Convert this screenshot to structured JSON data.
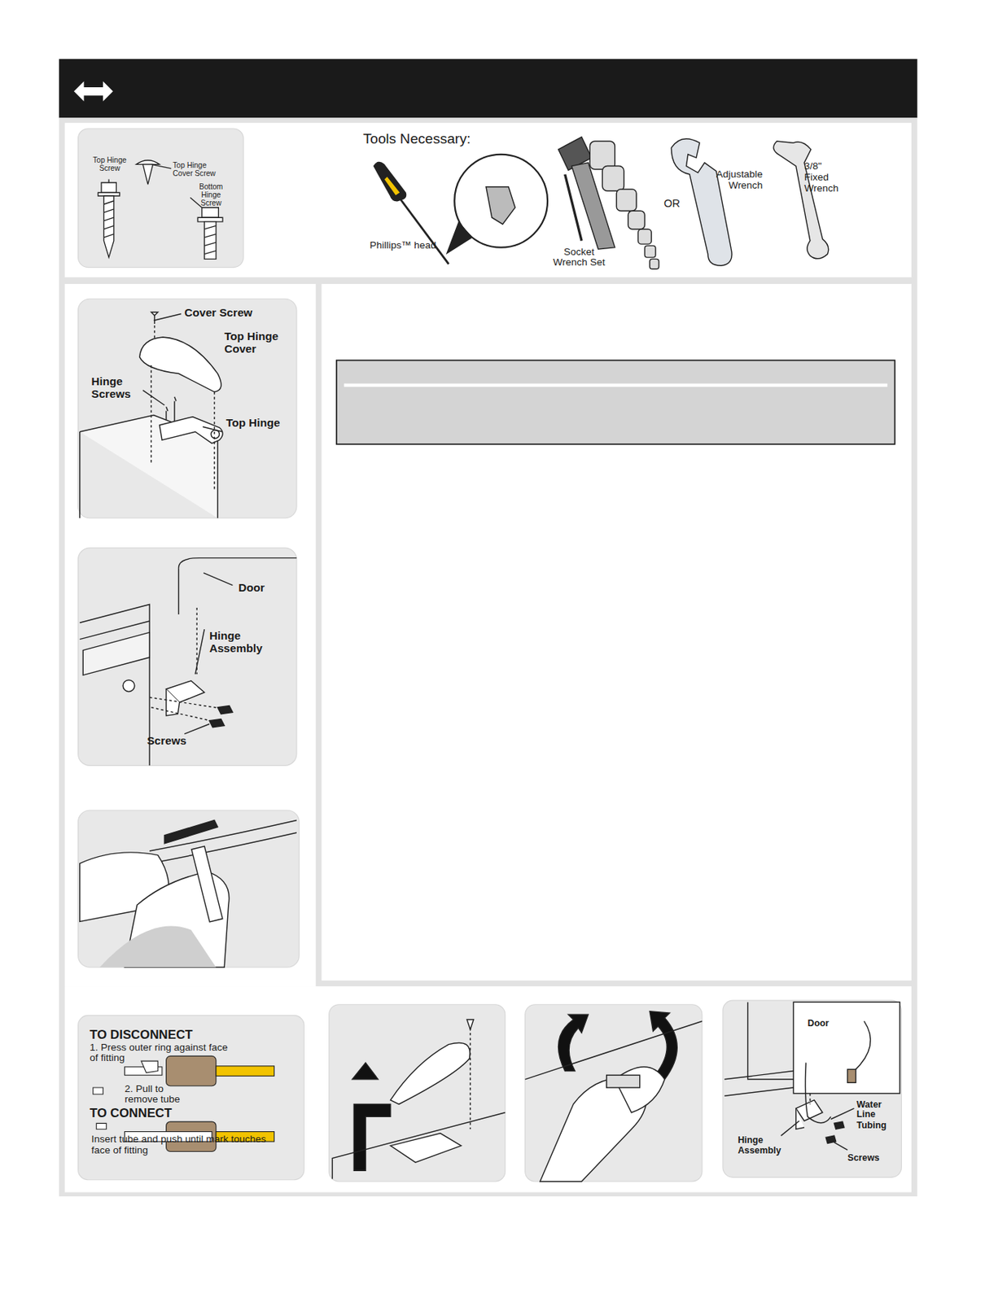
{
  "diagram": {
    "nodes": [
      {
        "text": [
          "Top Hinge Screw",
          "Top Hinge Cover Screw",
          "Bottom Hinge Screw"
        ]
      },
      {
        "text": [
          "Cover Screw",
          "Top Hinge Cover",
          "Hinge Screws",
          "Top Hinge"
        ]
      },
      {
        "text": [
          "Door",
          "Hinge Assembly",
          "Screws"
        ]
      },
      {
        "text": [
          "TO DISCONNECT",
          "1. Press outer ring against face of fitting",
          "2. Pull to remove tube",
          "TO CONNECT",
          "Insert tube and push until mark touches face of fitting"
        ]
      },
      {
        "text": [
          "Door",
          "Water Line Tubing",
          "Hinge Assembly",
          "Screws"
        ]
      }
    ],
    "labels": [
      "Tools Necessary:",
      "Phillips™ head",
      "Socket Wrench Set",
      "Adjustable Wrench",
      "OR",
      "3/8\" Fixed Wrench"
    ]
  }
}
